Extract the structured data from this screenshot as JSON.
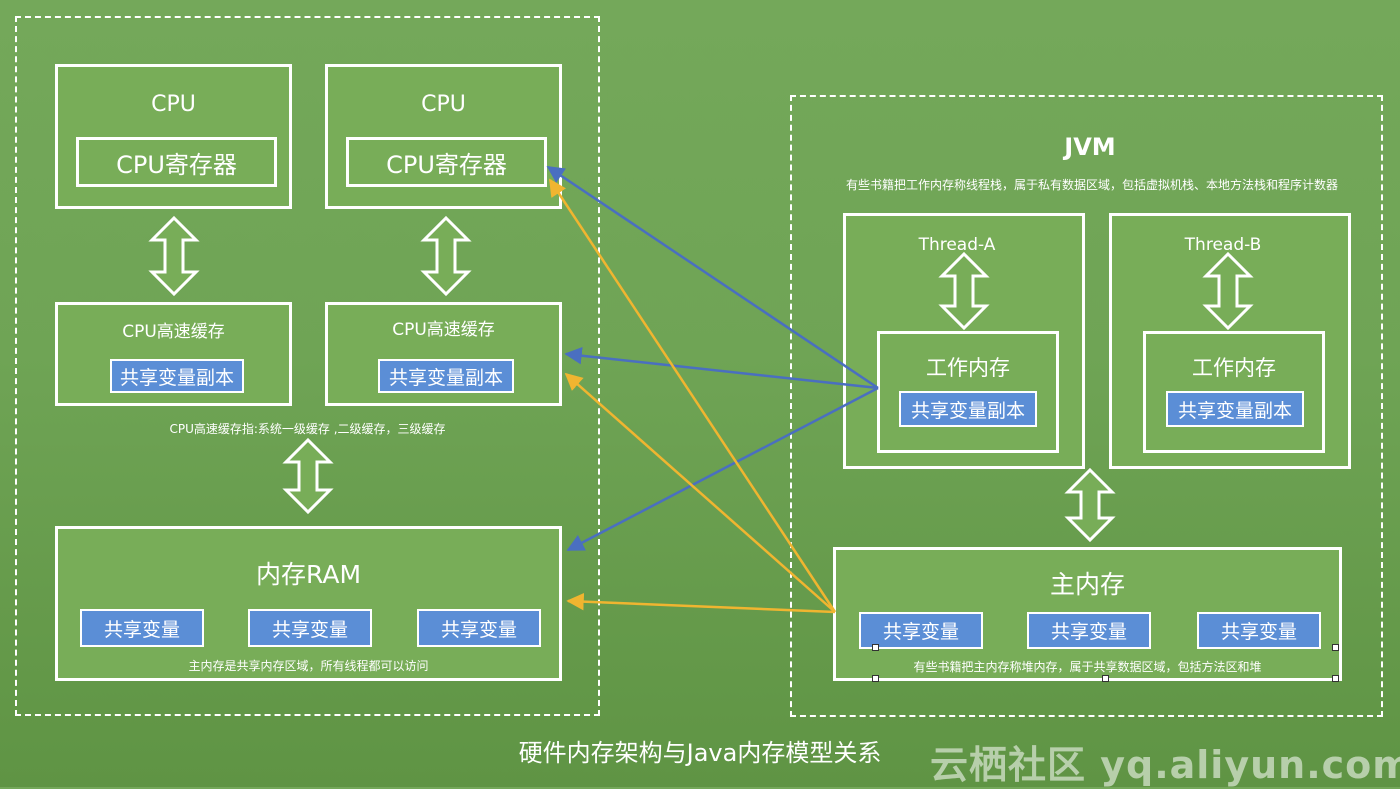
{
  "hardware": {
    "cpu1": {
      "title": "CPU",
      "register": "CPU寄存器"
    },
    "cpu2": {
      "title": "CPU",
      "register": "CPU寄存器"
    },
    "cache1": {
      "title": "CPU高速缓存",
      "copy": "共享变量副本"
    },
    "cache2": {
      "title": "CPU高速缓存",
      "copy": "共享变量副本"
    },
    "cache_note": "CPU高速缓存指:系统一级缓存 ,二级缓存，三级缓存",
    "ram": {
      "title": "内存RAM",
      "vars": [
        "共享变量",
        "共享变量",
        "共享变量"
      ],
      "note": "主内存是共享内存区域，所有线程都可以访问"
    }
  },
  "jvm": {
    "title": "JVM",
    "note": "有些书籍把工作内存称线程栈，属于私有数据区域，包括虚拟机栈、本地方法栈和程序计数器",
    "threadA": {
      "title": "Thread-A",
      "work": "工作内存",
      "copy": "共享变量副本"
    },
    "threadB": {
      "title": "Thread-B",
      "work": "工作内存",
      "copy": "共享变量副本"
    },
    "main": {
      "title": "主内存",
      "vars": [
        "共享变量",
        "共享变量",
        "共享变量"
      ],
      "note": "有些书籍把主内存称堆内存，属于共享数据区域，包括方法区和堆"
    }
  },
  "caption": "硬件内存架构与Java内存模型关系",
  "watermark": "云栖社区 yq.aliyun.com",
  "colors": {
    "background": "#6fa455",
    "blue_box": "#5b8ed6",
    "blue_arrow": "#4a6fc0",
    "yellow_arrow": "#f0b530"
  }
}
